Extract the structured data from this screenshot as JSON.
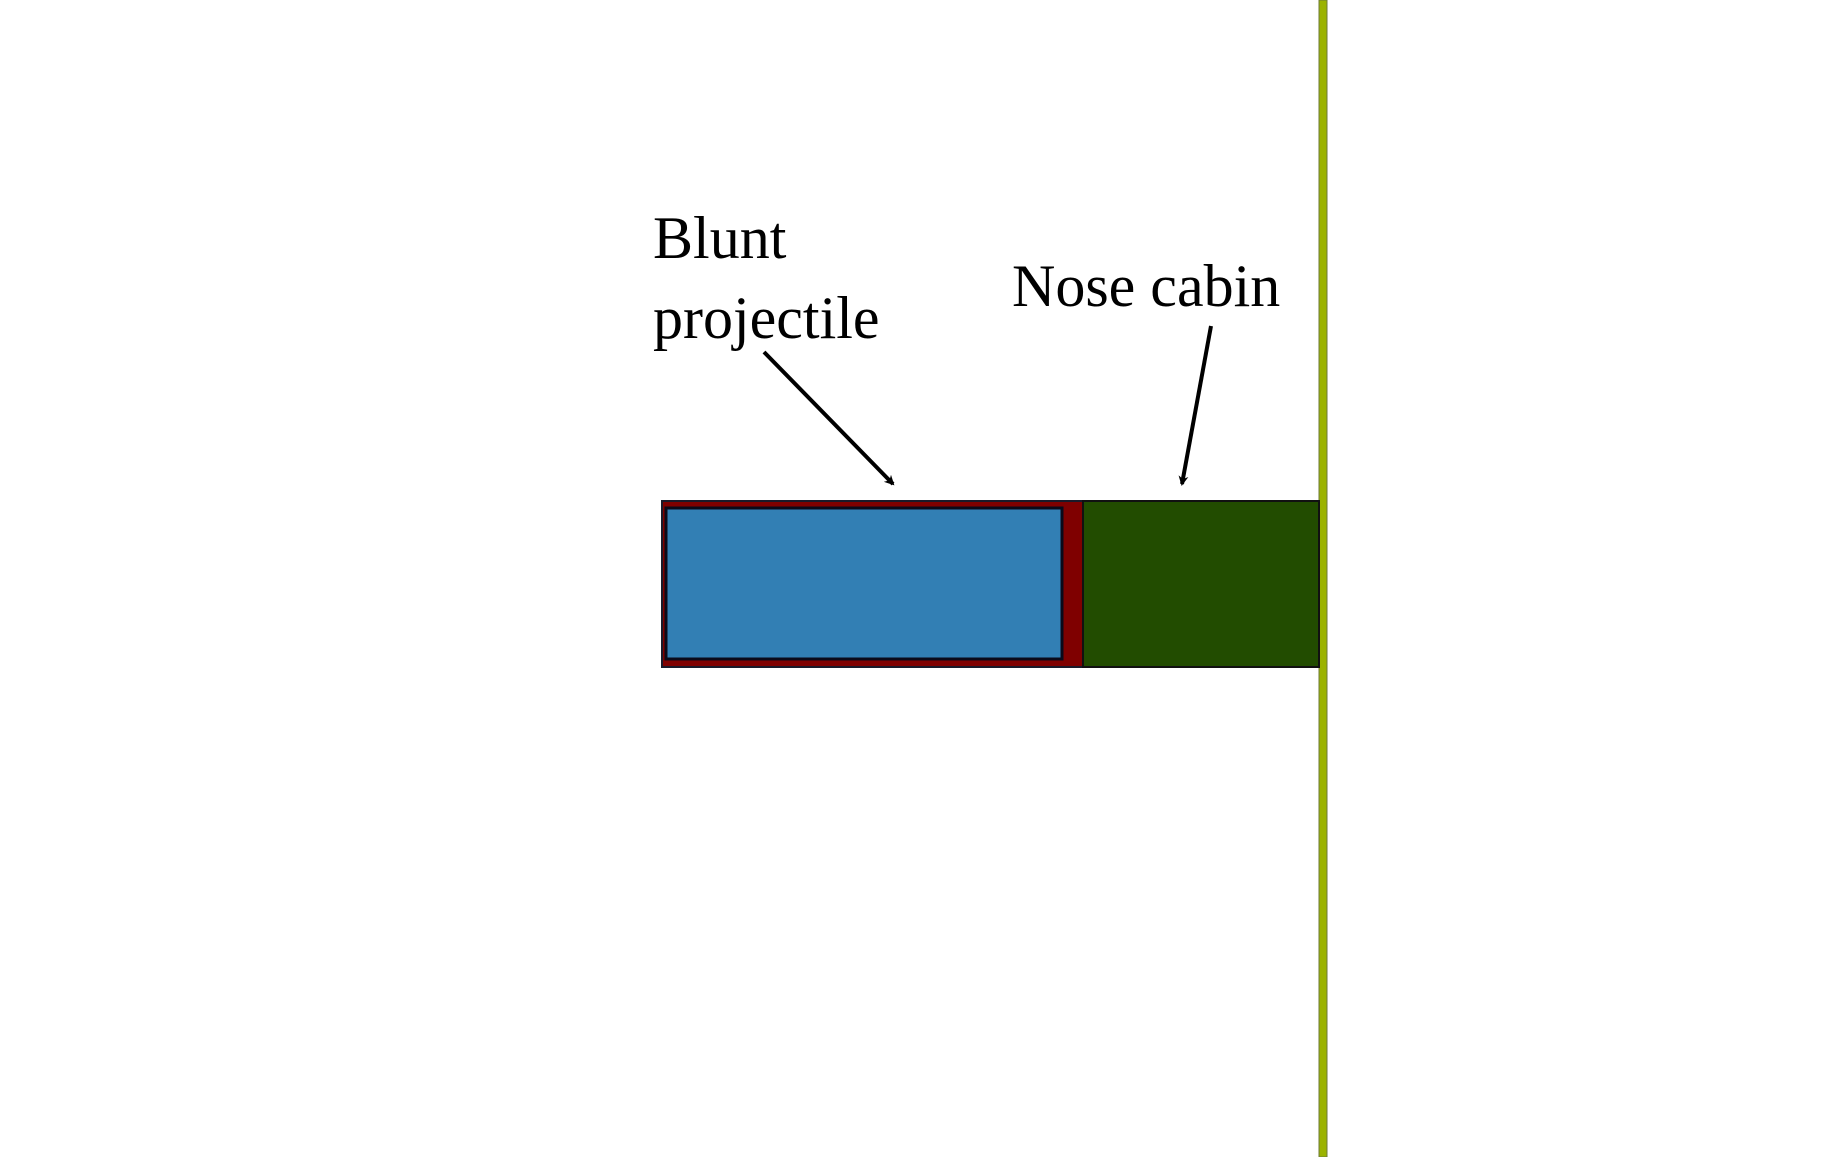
{
  "labels": {
    "projectile_line1": "Blunt",
    "projectile_line2": "projectile",
    "nose_cabin": "Nose cabin"
  },
  "colors": {
    "projectile_shell": "#7f0000",
    "projectile_core": "#327fb4",
    "nose_cabin": "#224c00",
    "plate": "#9bb300",
    "arrow": "#000000"
  }
}
